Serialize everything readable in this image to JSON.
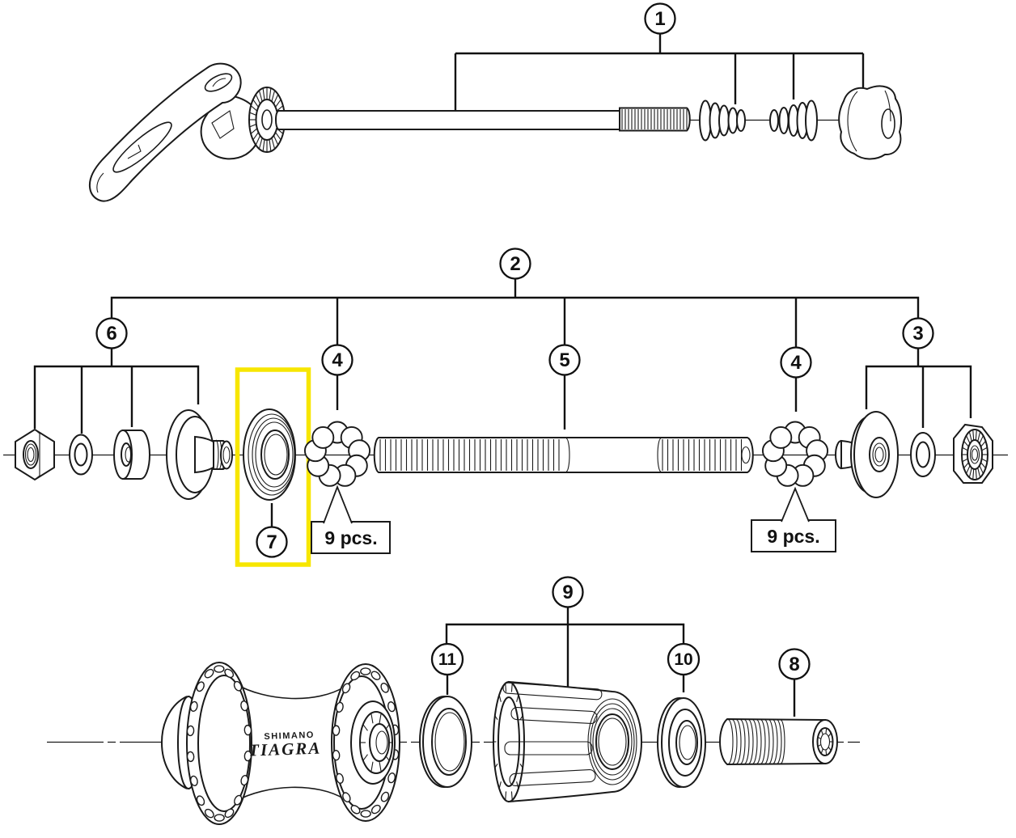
{
  "colors": {
    "line": "#1a1a1a",
    "highlight_box": "#f7e600",
    "background": "#ffffff",
    "label_text": "#111111"
  },
  "callouts": {
    "quick_release_unit": "1",
    "hub_axle_unit": "2",
    "lock_nut_unit_right": "3",
    "steel_balls_left": "4",
    "hub_axle": "5",
    "steel_balls_right": "4",
    "lock_nut_unit_left": "6",
    "dust_cap": "7",
    "fixing_bolt": "8",
    "freewheel_body_unit": "9",
    "seal_ring": "10",
    "washer": "11"
  },
  "annotations": {
    "steel_balls_left_count": "9 pcs.",
    "steel_balls_right_count": "9 pcs."
  },
  "hub_branding": {
    "brand": "SHIMANO",
    "model": "TIAGRA"
  },
  "highlight": {
    "highlighted_callout": "7"
  }
}
